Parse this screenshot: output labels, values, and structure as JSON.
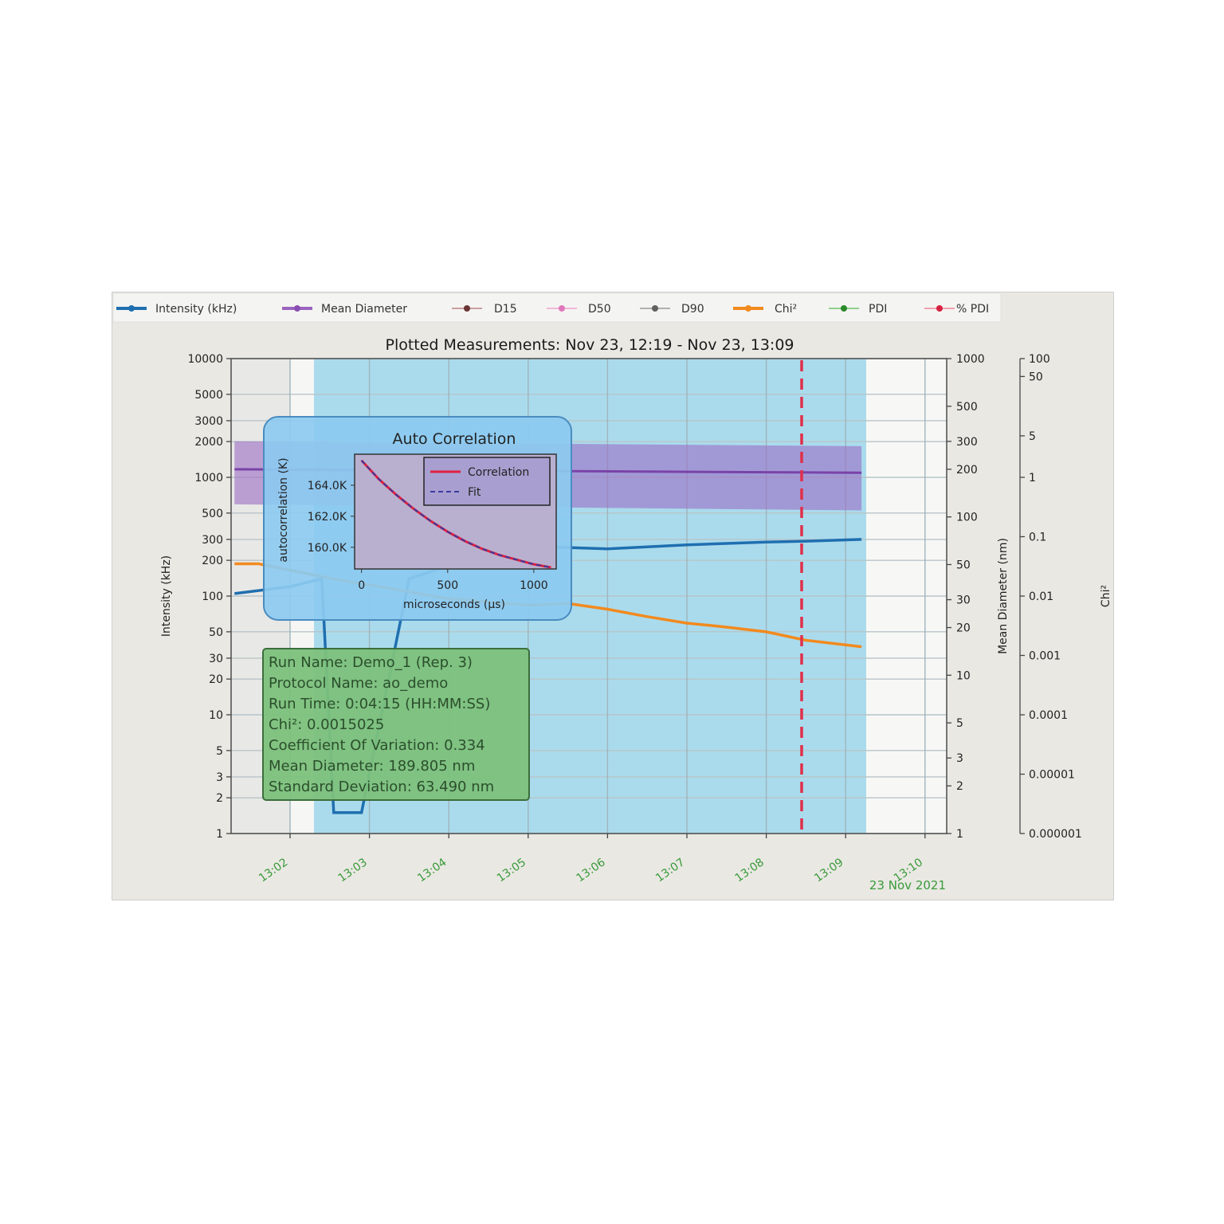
{
  "legend": [
    {
      "label": "Intensity (kHz)",
      "color": "#1f6fb0",
      "marker": "#1f6fb0",
      "line_style": "bold"
    },
    {
      "label": "Mean Diameter",
      "color": "#9a63bf",
      "marker": "#8a4fb0",
      "line_style": "bold"
    },
    {
      "label": "D15",
      "color": "#c9a0a0",
      "marker": "#6b3535",
      "line_style": "faint"
    },
    {
      "label": "D50",
      "color": "#f0b8d8",
      "marker": "#e077bb",
      "line_style": "faint"
    },
    {
      "label": "D90",
      "color": "#b0b0b0",
      "marker": "#606060",
      "line_style": "faint"
    },
    {
      "label": "Chi²",
      "color": "#f28a1e",
      "marker": "#f28a1e",
      "line_style": "bold"
    },
    {
      "label": "PDI",
      "color": "#8fd08f",
      "marker": "#2a8a2a",
      "line_style": "faint"
    },
    {
      "label": "% PDI",
      "color": "#f2a0b0",
      "marker": "#d62040",
      "line_style": "faint"
    }
  ],
  "chart_data": [
    {
      "type": "line",
      "title": "Plotted Measurements: Nov 23, 12:19 - Nov 23, 13:09",
      "xlabel": "",
      "x_ticks": [
        "13:02",
        "13:03",
        "13:04",
        "13:05",
        "13:06",
        "13:07",
        "13:08",
        "13:09",
        "13:10"
      ],
      "x_date_label": "23 Nov 2021",
      "y_axes": [
        {
          "name": "Intensity (kHz)",
          "side": "left",
          "scale": "log",
          "range": [
            1,
            10000
          ],
          "ticks": [
            "10000",
            "5000",
            "3000",
            "2000",
            "1000",
            "500",
            "300",
            "200",
            "100",
            "50",
            "30",
            "20",
            "10",
            "5",
            "3",
            "2",
            "1"
          ]
        },
        {
          "name": "Mean Diameter (nm)",
          "side": "right",
          "scale": "log",
          "range": [
            1,
            1000
          ],
          "ticks": [
            "1000",
            "500",
            "300",
            "200",
            "100",
            "50",
            "30",
            "20",
            "10",
            "5",
            "3",
            "2",
            "1"
          ]
        },
        {
          "name": "Chi²",
          "side": "right-outer",
          "scale": "log",
          "range": [
            1e-06,
            100
          ],
          "ticks": [
            "100",
            "50",
            "5",
            "1",
            "0.1",
            "0.01",
            "0.001",
            "0.0001",
            "0.00001",
            "0.000001"
          ]
        }
      ],
      "grid": true,
      "highlight_span": {
        "from": "13:02.3",
        "to": "13:09.25",
        "color": "#a8d8ec"
      },
      "selected_marker": {
        "x": "13:08.45",
        "style": "dashed",
        "color": "#e0304a"
      },
      "series": [
        {
          "name": "Intensity (kHz)",
          "axis": "Intensity (kHz)",
          "x": [
            "13:01.3",
            "13:02.0",
            "13:02.4",
            "13:02.55",
            "13:02.9",
            "13:03.5",
            "13:04.5",
            "13:05.2",
            "13:06.0",
            "13:07.0",
            "13:08.0",
            "13:08.5",
            "13:09.2"
          ],
          "values": [
            105,
            120,
            140,
            1.5,
            1.5,
            140,
            230,
            260,
            250,
            270,
            285,
            290,
            300
          ]
        },
        {
          "name": "Mean Diameter",
          "axis": "Mean Diameter (nm)",
          "x": [
            "13:01.3",
            "13:09.2"
          ],
          "values": [
            200,
            190
          ],
          "band_upper": [
            300,
            280
          ],
          "band_lower": [
            120,
            110
          ]
        },
        {
          "name": "Chi²",
          "axis": "Chi²",
          "x": [
            "13:01.3",
            "13:01.6",
            "13:02.5",
            "13:04.0",
            "13:05.0",
            "13:05.5",
            "13:06.0",
            "13:06.5",
            "13:07.0",
            "13:07.5",
            "13:08.0",
            "13:08.5",
            "13:09.2"
          ],
          "values": [
            0.035,
            0.035,
            0.02,
            0.009,
            0.007,
            0.0075,
            0.006,
            0.0045,
            0.0035,
            0.003,
            0.0025,
            0.0018,
            0.0014
          ]
        }
      ],
      "legend_position": "top"
    },
    {
      "type": "line",
      "title": "Auto Correlation",
      "xlabel": "microseconds (µs)",
      "ylabel": "autocorrelation (K)",
      "x_ticks": [
        "0",
        "500",
        "1000"
      ],
      "y_ticks": [
        "164.0K",
        "162.0K",
        "160.0K"
      ],
      "xlim": [
        -40,
        1130
      ],
      "ylim": [
        158.6,
        166.0
      ],
      "series": [
        {
          "name": "Correlation",
          "style": "solid",
          "color": "#e02040",
          "x": [
            0,
            100,
            200,
            300,
            400,
            500,
            600,
            700,
            800,
            900,
            1000,
            1100
          ],
          "values": [
            165.6,
            164.4,
            163.4,
            162.5,
            161.7,
            161.0,
            160.4,
            159.9,
            159.5,
            159.2,
            158.9,
            158.7
          ]
        },
        {
          "name": "Fit",
          "style": "dashed",
          "color": "#3a3aa0",
          "x": [
            0,
            100,
            200,
            300,
            400,
            500,
            600,
            700,
            800,
            900,
            1000,
            1100
          ],
          "values": [
            165.6,
            164.4,
            163.4,
            162.5,
            161.7,
            161.0,
            160.4,
            159.9,
            159.5,
            159.2,
            158.9,
            158.7
          ]
        }
      ],
      "legend": [
        "Correlation",
        "Fit"
      ]
    }
  ],
  "info_box": {
    "lines": [
      "Run Name: Demo_1 (Rep. 3)",
      "Protocol Name: ao_demo",
      "Run Time: 0:04:15 (HH:MM:SS)",
      "Chi²: 0.0015025",
      "Coefficient Of Variation: 0.334",
      "Mean Diameter: 189.805 nm",
      "Standard Deviation: 63.490 nm"
    ]
  }
}
